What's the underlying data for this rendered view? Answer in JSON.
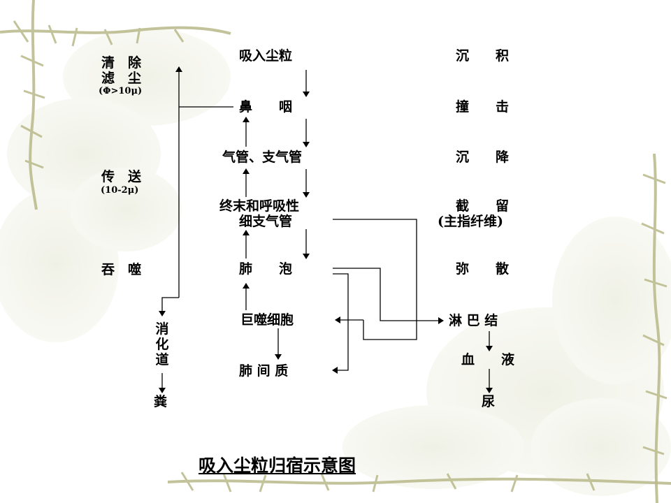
{
  "title": "吸入尘粒归宿示意图",
  "left": {
    "clear_line1": "清　除",
    "clear_line2": "滤　尘",
    "clear_note": "(Φ>10μ)",
    "transport": "传　送",
    "transport_note": "(10-2μ)",
    "phago": "吞　噬",
    "digest": "消化道",
    "feces": "粪"
  },
  "center": {
    "inhale": "吸入尘粒",
    "nose": "鼻　　咽",
    "trachea": "气管、支气管",
    "terminal1": "终末和呼吸性",
    "terminal2": "细支气管",
    "alveoli": "肺　　泡",
    "macrophage": "巨噬细胞",
    "interstitium": "肺 间 质"
  },
  "right": {
    "deposit": "沉　　积",
    "impact": "撞　　击",
    "sediment": "沉　　降",
    "intercept1": "截　　留",
    "intercept2": "(主指纤维)",
    "diffuse": "弥　　散",
    "lymph": "淋 巴 结",
    "blood": "血　　液",
    "urine": "尿"
  }
}
